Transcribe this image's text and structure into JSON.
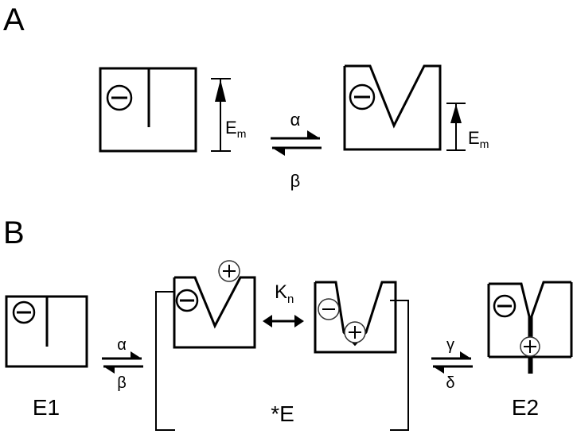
{
  "panel_a": {
    "label": "A",
    "scale_label_left": {
      "main": "E",
      "sub": "m"
    },
    "scale_label_right": {
      "main": "E",
      "sub": "m"
    },
    "forward_rate": "α",
    "backward_rate": "β"
  },
  "panel_b": {
    "label": "B",
    "state1_label": "E1",
    "intermediate_label": "*E",
    "state2_label": "E2",
    "rate1_forward": "α",
    "rate1_backward": "β",
    "exchange_constant": {
      "main": "K",
      "sub": "n"
    },
    "rate2_forward": "γ",
    "rate2_backward": "δ"
  },
  "colors": {
    "ink": "#000000",
    "background": "#ffffff"
  }
}
